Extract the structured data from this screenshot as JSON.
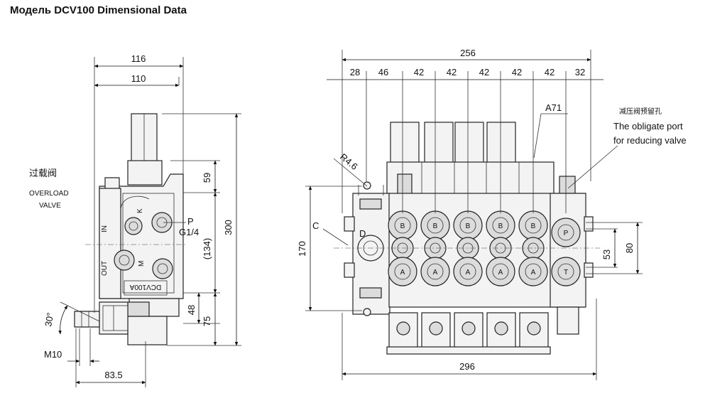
{
  "title": "Модель DCV100 Dimensional Data",
  "side_view": {
    "dims": {
      "w116": "116",
      "w110": "110",
      "h59": "59",
      "h300": "300",
      "h134": "(134)",
      "h48": "48",
      "h75": "75",
      "w83_5": "83.5",
      "m10": "M10",
      "ang30": "30°"
    },
    "overload_cn": "过载阀",
    "overload_en_1": "OVERLOAD",
    "overload_en_2": "VALVE",
    "port_p": "P",
    "port_g": "G1/4",
    "label_in": "IN",
    "label_out": "OUT",
    "label_k": "K",
    "label_m": "M",
    "model_plate": "DCV100A"
  },
  "front_view": {
    "top_dims": {
      "total": "256",
      "d28": "28",
      "d46": "46",
      "d42a": "42",
      "d42b": "42",
      "d42c": "42",
      "d42d": "42",
      "d42e": "42",
      "d32": "32"
    },
    "bottom_total": "296",
    "h170": "170",
    "h53": "53",
    "h80": "80",
    "r46": "R4.6",
    "a71": "A71",
    "label_c": "C",
    "label_d": "D",
    "reducing_cn": "减压阀预留孔",
    "reducing_en_1": "The obligate port",
    "reducing_en_2": "for reducing valve",
    "port_b": "B",
    "port_a": "A",
    "port_p": "P",
    "port_t": "T"
  }
}
